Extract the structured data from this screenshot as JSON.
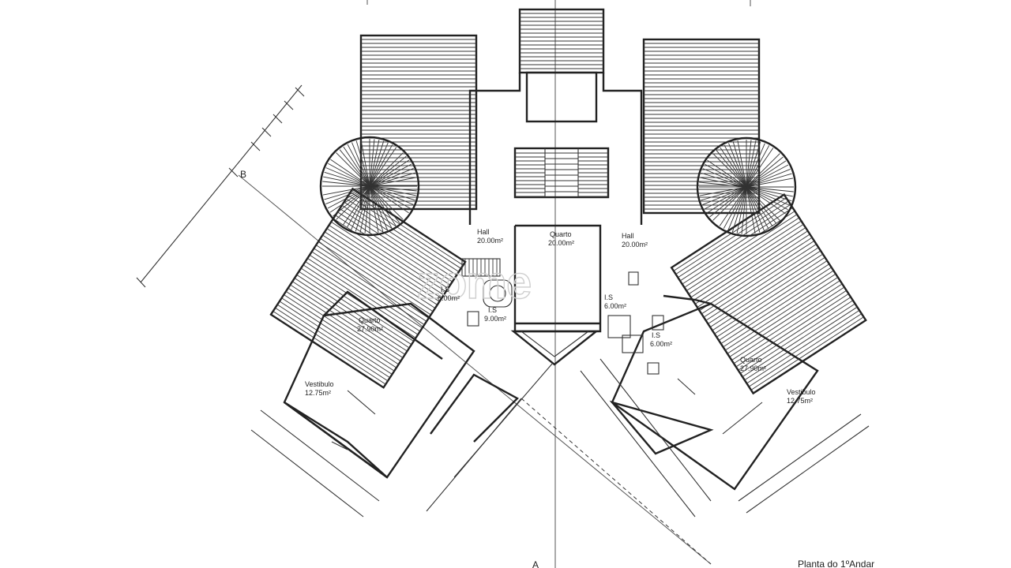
{
  "plan": {
    "title": "Planta do 1ºAndar",
    "watermark": "zome",
    "section_marks": {
      "a": "A",
      "b": "B"
    },
    "rooms": [
      {
        "id": "hall-left",
        "name": "Hall",
        "area": "20.00m²"
      },
      {
        "id": "quarto-center",
        "name": "Quarto",
        "area": "20.00m²"
      },
      {
        "id": "hall-right",
        "name": "Hall",
        "area": "20.00m²"
      },
      {
        "id": "is-left",
        "name": "I.S",
        "area": "6.00m²"
      },
      {
        "id": "is-left-2",
        "name": "I.S",
        "area": "9.00m²"
      },
      {
        "id": "is-right",
        "name": "I.S",
        "area": "6.00m²"
      },
      {
        "id": "is-right-2",
        "name": "I.S",
        "area": "6.00m²"
      },
      {
        "id": "quarto-left",
        "name": "Quarto",
        "area": "27.90m²"
      },
      {
        "id": "quarto-right",
        "name": "Quarto",
        "area": "27.90m²"
      },
      {
        "id": "vestibulo-left",
        "name": "Vestibulo",
        "area": "12.75m²"
      },
      {
        "id": "vestibulo-right",
        "name": "Vestibulo",
        "area": "12.75m²"
      }
    ]
  }
}
